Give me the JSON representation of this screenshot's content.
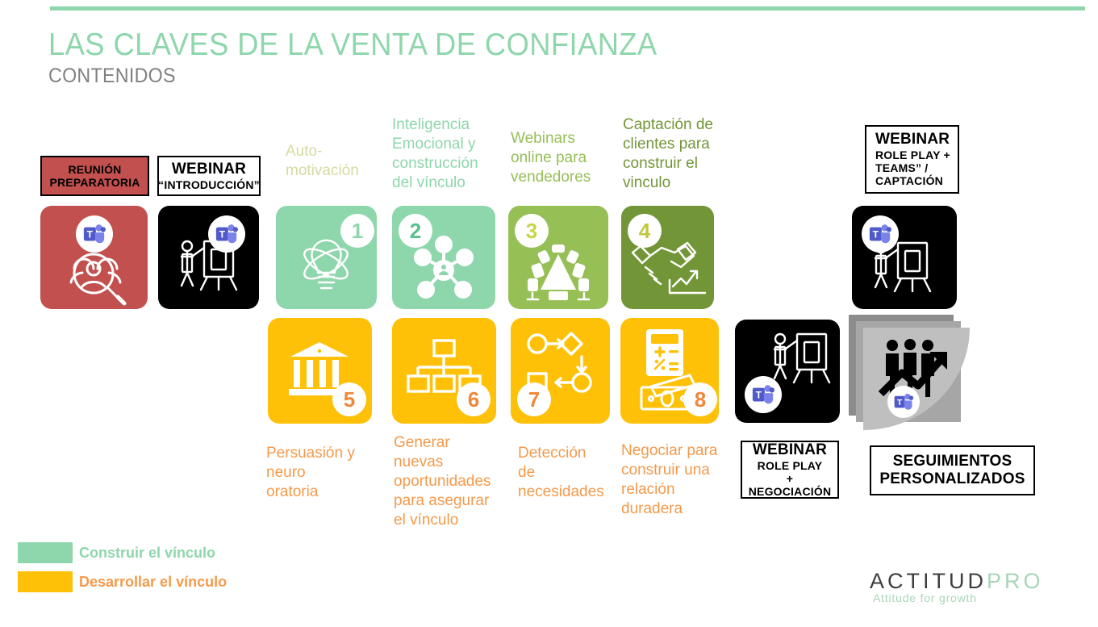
{
  "header": {
    "title": "LAS CLAVES DE LA VENTA DE CONFIANZA",
    "subtitle": "CONTENIDOS",
    "title_color": "#8ed6ab",
    "subtitle_color": "#808080",
    "rule_color": "#8ed6ab"
  },
  "intro": {
    "meeting_box": {
      "line1": "REUNIÓN",
      "line2": "PREPARATORIA",
      "fill": "#c1504e"
    },
    "webinar_box": {
      "line1": "WEBINAR",
      "line2": "“INTRODUCCIÓN”"
    },
    "meeting_card": {
      "icon": "people-search-icon",
      "fill": "#c1504e",
      "chip": "teams-icon"
    },
    "webinar_card": {
      "icon": "presenter-flipchart-icon",
      "fill": "#000000",
      "chip": "teams-icon"
    }
  },
  "steps": [
    {
      "number": "1",
      "label": "Auto-\nmotivación",
      "label_color": "#d7dba0",
      "fill": "#8ed6ab",
      "icon": "lightbulb-orbit-icon",
      "badge_color": "#8ed6ab",
      "position": "above"
    },
    {
      "number": "2",
      "label": "Inteligencia\nEmocional y\nconstrucción\ndel vínculo",
      "label_color": "#8ed6ab",
      "fill": "#8ed6ab",
      "icon": "network-nodes-icon",
      "badge_color": "#6cc79a",
      "position": "above"
    },
    {
      "number": "3",
      "label": "Webinars\nonline para\nvendedores",
      "label_color": "#96bf56",
      "fill": "#96bf56",
      "icon": "meeting-table-icon",
      "badge_color": "#c9d34a",
      "position": "above"
    },
    {
      "number": "4",
      "label": "Captación de\nclientes para\nconstruir el\nvinculo",
      "label_color": "#729637",
      "fill": "#729637",
      "icon": "handshake-growth-icon",
      "badge_color": "#c2c73f",
      "position": "above"
    },
    {
      "number": "5",
      "label": "Persuasión y\nneuro\noratoria",
      "label_color": "#f59a4b",
      "fill": "#ffc107",
      "icon": "bank-institution-icon",
      "badge_color": "#f0883a",
      "position": "below"
    },
    {
      "number": "6",
      "label": "Generar\nnuevas\noportunidades\npara asegurar\nel vínculo",
      "label_color": "#f59a4b",
      "fill": "#ffc107",
      "icon": "org-chart-icon",
      "badge_color": "#f0883a",
      "position": "below"
    },
    {
      "number": "7",
      "label": "Detección\nde\nnecesidades",
      "label_color": "#f59a4b",
      "fill": "#ffc107",
      "icon": "process-flow-icon",
      "badge_color": "#f0883a",
      "position": "below"
    },
    {
      "number": "8",
      "label": "Negociar para\nconstruir una\nrelación\nduradera",
      "label_color": "#f59a4b",
      "fill": "#ffc107",
      "icon": "calculator-money-icon",
      "badge_color": "#f0883a",
      "position": "below"
    }
  ],
  "right": {
    "webinar_roleplay_top": {
      "line1": "WEBINAR",
      "line2": "ROLE PLAY +",
      "line3": "TEAMS” /",
      "line4": "CAPTACIÓN"
    },
    "card_top": {
      "icon": "presenter-flipchart-icon",
      "fill": "#000000",
      "chip": "teams-icon"
    },
    "webinar_negociacion": {
      "line1": "WEBINAR",
      "line2": "ROLE PLAY",
      "line3": "+",
      "line4": "NEGOCIACIÓN"
    },
    "card_negociacion": {
      "icon": "presenter-flipchart-icon",
      "fill": "#000000",
      "chip": "teams-icon"
    },
    "seguimientos_box": {
      "line1": "SEGUIMIENTOS",
      "line2": "PERSONALIZADOS"
    },
    "stack_card": {
      "icon": "team-growth-icon",
      "chip": "teams-icon",
      "fill": "#bfbfbf"
    }
  },
  "legend": [
    {
      "label": "Construir el vínculo",
      "swatch": "#8ed6ab",
      "text_color": "#8ed6ab"
    },
    {
      "label": "Desarrollar el vínculo",
      "swatch": "#ffc107",
      "text_color": "#f59a4b"
    }
  ],
  "logo": {
    "part1": "ACTITUD",
    "part2": "PRO",
    "tagline": "Attitude for growth",
    "part1_color": "#3d3d3d",
    "part2_color": "#a8d5b8"
  }
}
